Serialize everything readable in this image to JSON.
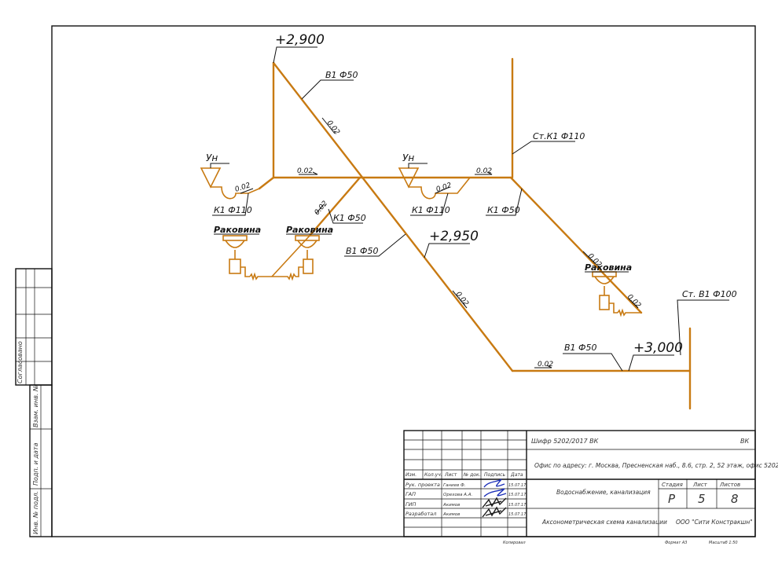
{
  "drawing": {
    "elevations": {
      "top": "+2,900",
      "middle": "+2,950",
      "right": "+3,000"
    },
    "pipe_labels": {
      "water_top": "В1 Ф50",
      "water_mid": "В1 Ф50",
      "water_low": "В1 Ф50",
      "stack_sewer": "Ст.К1 Ф110",
      "stack_water": "Ст. В1 Ф100",
      "sewer_left": "К1 Ф110",
      "sewer_center": "К1 Ф50",
      "sewer_mid": "К1 Ф110",
      "sewer_right": "К1 Ф50"
    },
    "slope": "0.02",
    "fixtures": {
      "floor_drain": "Ун",
      "sink": "Раковина"
    },
    "side_labels": {
      "agreed": "Согласовано",
      "inv_replace": "Взам. инв. №",
      "sign_date": "Подп. и дата",
      "inv_orig": "Инв. № подл."
    }
  },
  "title_block": {
    "code": "Шифр 5202/2017 ВК",
    "section": "ВК",
    "address": "Офис по адресу: г. Москва, Пресненская наб., 8.6, стр. 2, 52 этаж, офис 5202",
    "headers": [
      "Изм.",
      "Кол.уч.",
      "Лист",
      "№ док.",
      "Подпись",
      "Дата"
    ],
    "rows": [
      {
        "role": "Рук. проекта",
        "name": "Ганиев Ф.",
        "date": "15.07.17"
      },
      {
        "role": "ГАП",
        "name": "Орехова А.А.",
        "date": "15.07.17"
      },
      {
        "role": "ГИП",
        "name": "Акимов",
        "date": "15.07.17"
      },
      {
        "role": "Разработал",
        "name": "Акимов",
        "date": "15.07.17"
      }
    ],
    "system": "Водоснабжение, канализация",
    "sheet_title": "Аксонометрическая схема канализации",
    "stage_label": "Стадия",
    "sheet_label": "Лист",
    "sheets_label": "Листов",
    "stage": "Р",
    "sheet": "5",
    "sheets": "8",
    "company": "ООО \"Сити Констракшн\"",
    "copied": "Копировал",
    "format": "Формат А3",
    "scale": "Масштаб 1:50"
  }
}
